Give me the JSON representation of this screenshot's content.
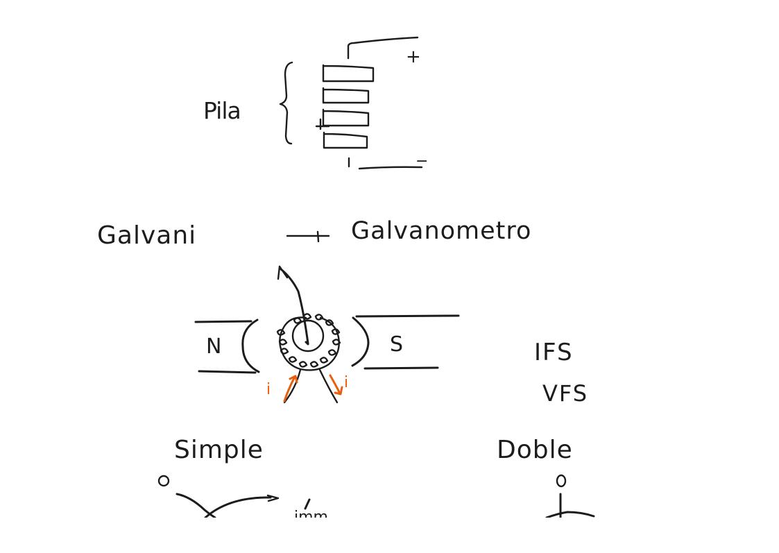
{
  "notes": {
    "pile_label": "Pila",
    "pile_plus": "+",
    "pile_minus": "−",
    "galvani_label": "Galvani",
    "galvanometer_label": "Galvanometro",
    "magnet_north": "N",
    "magnet_south": "S",
    "current_left": "i",
    "current_right": "i",
    "ifs_label": "IFS",
    "vfs_label": "VFS",
    "simple_label": "Simple",
    "doble_label": "Doble",
    "bottom_fragment": "imm"
  },
  "colors": {
    "ink": "#1c1c1c",
    "accent": "#e8600f",
    "background": "#ffffff"
  }
}
